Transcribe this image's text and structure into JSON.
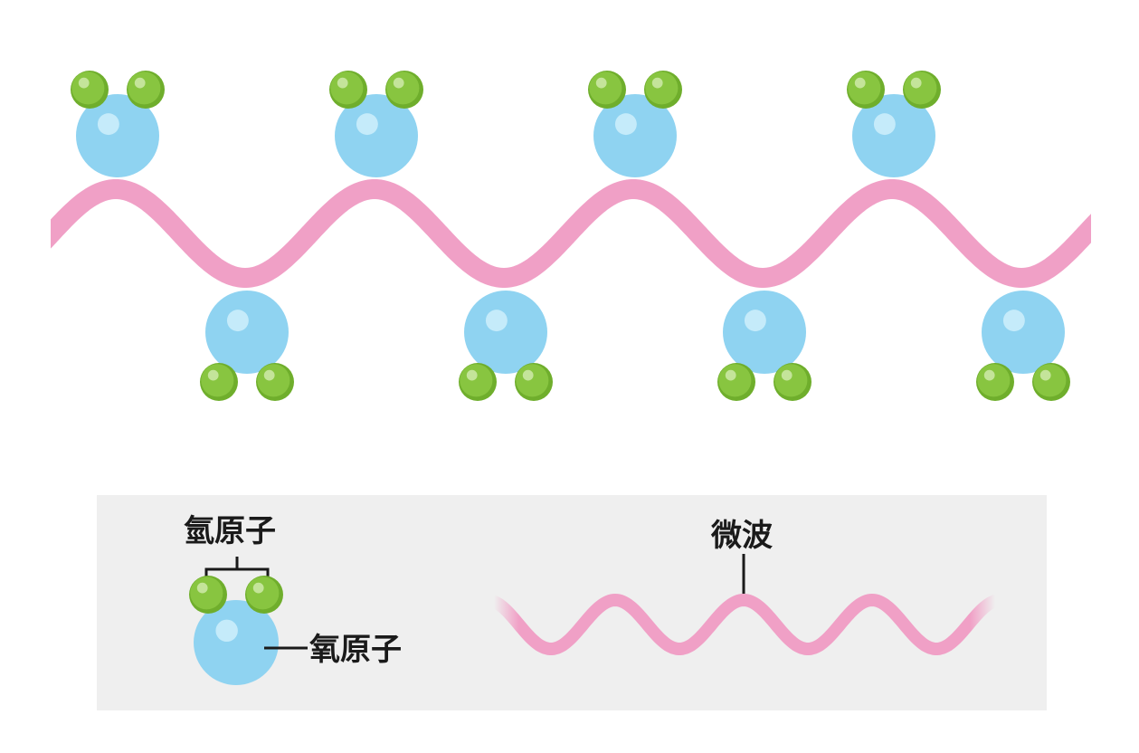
{
  "colors": {
    "wave": "#f0a0c6",
    "oxygen": "#8fd3f1",
    "oxygen_highlight": "#c5ebfa",
    "hydrogen": "#88c540",
    "hydrogen_dark": "#6fae2c",
    "hydrogen_highlight": "#c4e49a",
    "legend_bg": "#efefef",
    "label": "#1a1a1a"
  },
  "legend": {
    "hydrogen_label": "氫原子",
    "oxygen_label": "氧原子",
    "microwave_label": "微波"
  }
}
